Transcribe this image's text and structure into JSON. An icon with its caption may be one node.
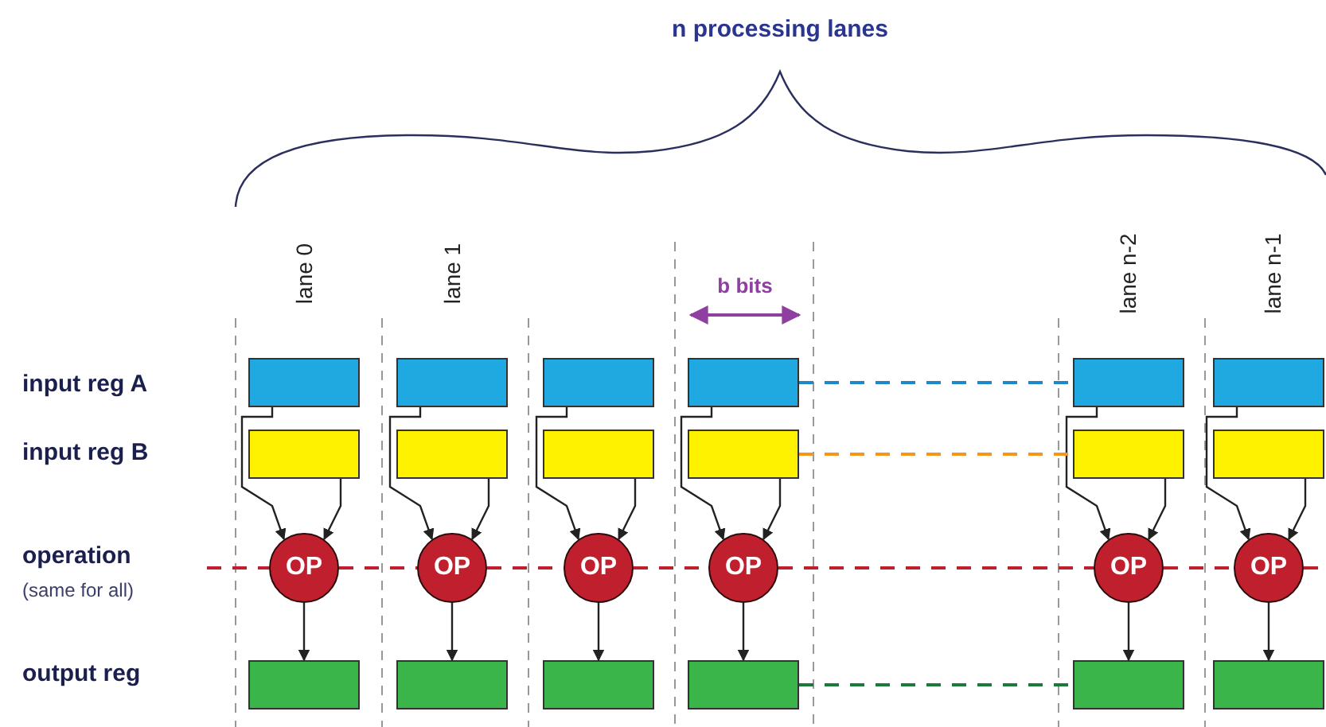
{
  "diagram": {
    "nodes": [
      {
        "text": [],
        "shape": "box"
      },
      {
        "text": [],
        "shape": "box"
      },
      {
        "text": [],
        "shape": "box"
      },
      {
        "text": [],
        "shape": "box"
      },
      {
        "text": [],
        "shape": "box"
      },
      {
        "text": [],
        "shape": "box"
      },
      {
        "text": [],
        "shape": "box"
      },
      {
        "text": [],
        "shape": "box"
      },
      {
        "text": [],
        "shape": "box"
      },
      {
        "text": [],
        "shape": "box"
      },
      {
        "text": [],
        "shape": "box"
      },
      {
        "text": [],
        "shape": "box"
      },
      {
        "text": [
          "OP"
        ]
      },
      {
        "text": [
          "OP"
        ]
      },
      {
        "text": [
          "OP"
        ]
      },
      {
        "text": [
          "OP"
        ]
      },
      {
        "text": [
          "OP"
        ]
      },
      {
        "text": [
          "OP"
        ]
      },
      {
        "text": [],
        "shape": "box"
      },
      {
        "text": [],
        "shape": "box"
      },
      {
        "text": [],
        "shape": "box"
      },
      {
        "text": [],
        "shape": "box"
      },
      {
        "text": [],
        "shape": "box"
      },
      {
        "text": [],
        "shape": "box"
      }
    ],
    "edges": [
      {
        "from": 0,
        "to": 12,
        "arrow": "to"
      },
      {
        "from": 6,
        "to": 12,
        "arrow": "to"
      },
      {
        "from": 12,
        "to": 18,
        "arrow": "to"
      },
      {
        "from": 1,
        "to": 13,
        "arrow": "to"
      },
      {
        "from": 7,
        "to": 13,
        "arrow": "to"
      },
      {
        "from": 13,
        "to": 19,
        "arrow": "to"
      },
      {
        "from": 2,
        "to": 14,
        "arrow": "to"
      },
      {
        "from": 8,
        "to": 14,
        "arrow": "to"
      },
      {
        "from": 14,
        "to": 20,
        "arrow": "to"
      },
      {
        "from": 3,
        "to": 15,
        "arrow": "to"
      },
      {
        "from": 9,
        "to": 15,
        "arrow": "to"
      },
      {
        "from": 15,
        "to": 21,
        "arrow": "to"
      },
      {
        "from": 4,
        "to": 16,
        "arrow": "to"
      },
      {
        "from": 10,
        "to": 16,
        "arrow": "to"
      },
      {
        "from": 16,
        "to": 22,
        "arrow": "to"
      },
      {
        "from": 5,
        "to": 17,
        "arrow": "to"
      },
      {
        "from": 11,
        "to": 17,
        "arrow": "to"
      },
      {
        "from": 17,
        "to": 23,
        "arrow": "to"
      },
      {
        "from": 3,
        "to": 4,
        "arrow": "none",
        "style": "dashed",
        "color": "#1e88c8"
      },
      {
        "from": 9,
        "to": 10,
        "arrow": "none",
        "style": "dashed",
        "color": "#f7941d"
      },
      {
        "from": 21,
        "to": 22,
        "arrow": "none",
        "style": "dashed",
        "color": "#1a7a3a"
      },
      {
        "from": null,
        "to": 12,
        "arrow": "none",
        "style": "dashed",
        "color": "#c0202e"
      },
      {
        "from": 12,
        "to": 13,
        "arrow": "none",
        "style": "dashed",
        "color": "#c0202e"
      },
      {
        "from": 13,
        "to": 14,
        "arrow": "none",
        "style": "dashed",
        "color": "#c0202e"
      },
      {
        "from": 14,
        "to": 15,
        "arrow": "none",
        "style": "dashed",
        "color": "#c0202e"
      },
      {
        "from": 15,
        "to": 16,
        "arrow": "none",
        "style": "dashed",
        "color": "#c0202e"
      },
      {
        "from": 16,
        "to": 17,
        "arrow": "none",
        "style": "dashed",
        "color": "#c0202e"
      },
      {
        "from": 17,
        "to": null,
        "arrow": "none",
        "style": "dashed",
        "color": "#c0202e"
      }
    ],
    "labels": [
      "n processing lanes",
      "lane 0",
      "lane 1",
      "b bits",
      "lane n-2",
      "lane n-1",
      "input reg A",
      "input reg B",
      "operation",
      "(same for all)",
      "output reg"
    ]
  }
}
